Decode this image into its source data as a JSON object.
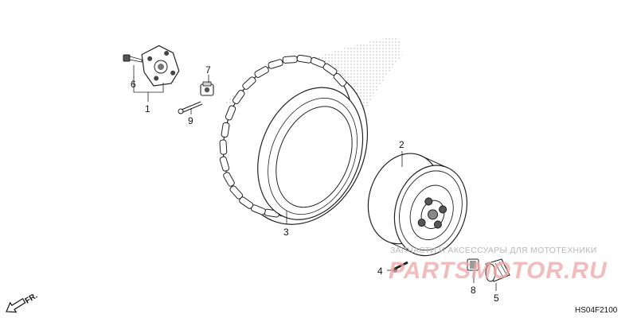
{
  "callouts": {
    "p1": "1",
    "p2": "2",
    "p3": "3",
    "p4": "4",
    "p5": "5",
    "p6": "6",
    "p7": "7",
    "p8": "8",
    "p9": "9"
  },
  "direction_label": "FR.",
  "diagram_code": "HS04F2100",
  "watermark": {
    "tagline": "ЗАПЧАСТИ И АКСЕССУАРЫ ДЛЯ МОТОТЕХНИКИ",
    "brand": "PARTSMOTOR.RU"
  },
  "colors": {
    "line": "#222222",
    "shade": "#c8c8c8",
    "watermark_red": "#e05555"
  }
}
